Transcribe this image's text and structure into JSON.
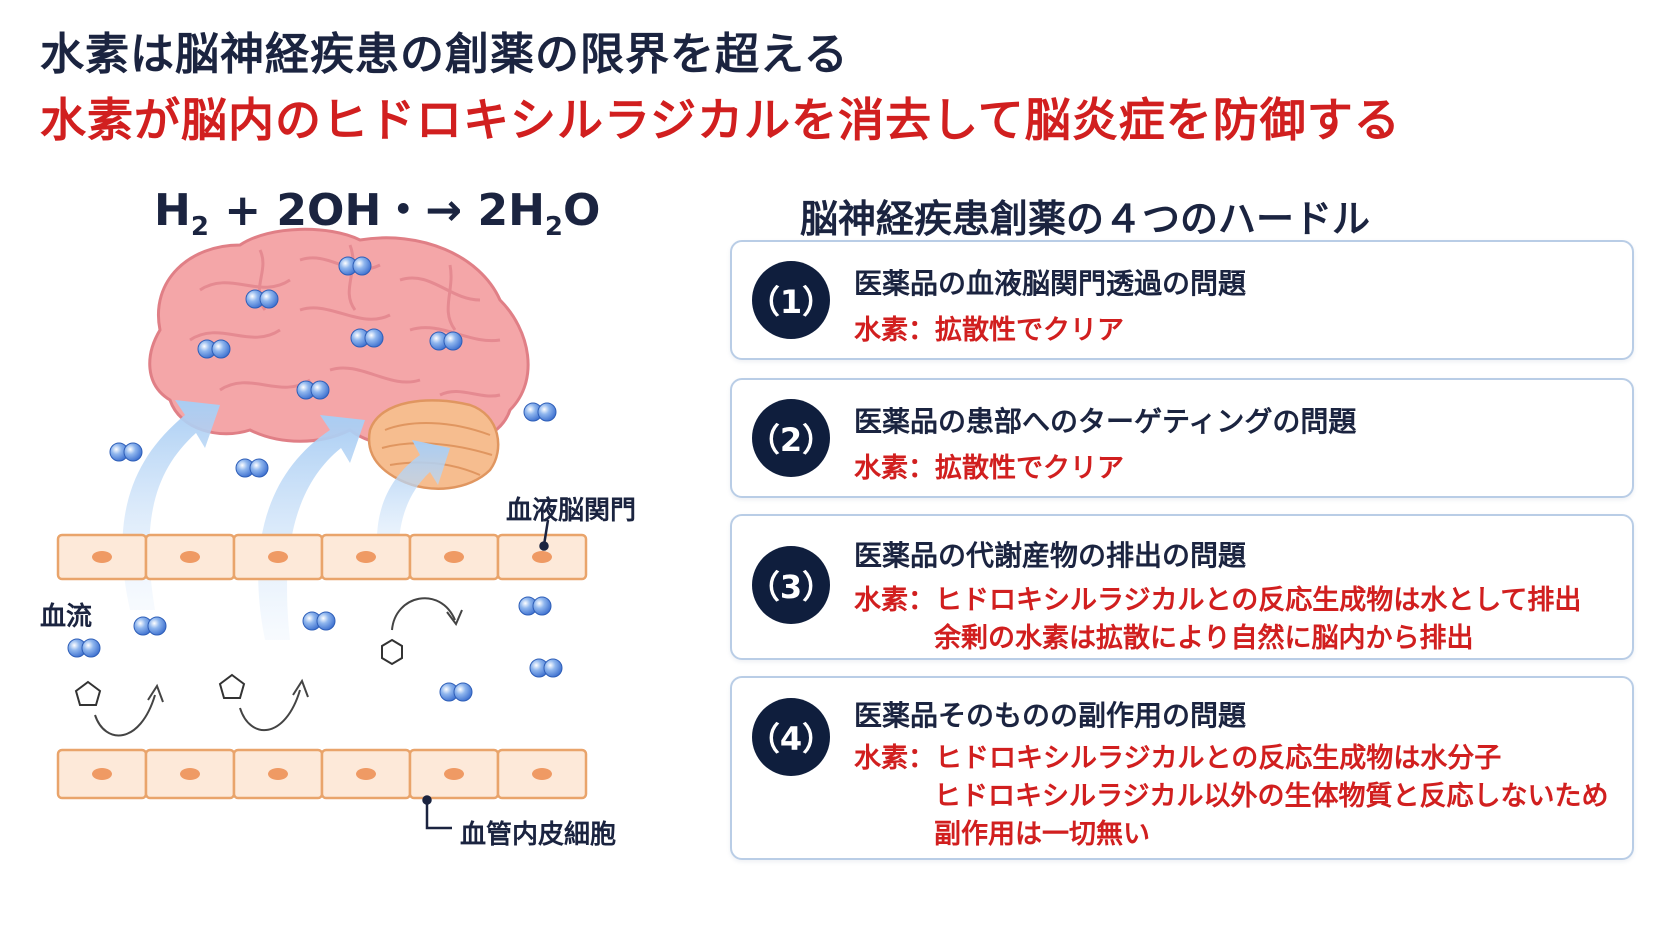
{
  "header": {
    "title": "水素は脳神経疾患の創薬の限界を超える",
    "subtitle": "水素が脳内のヒドロキシルラジカルを消去して脳炎症を防御する"
  },
  "equation": {
    "h": "H",
    "sub1": "2",
    "middle": " + 2OH・→ 2H",
    "sub2": "2",
    "o": "O"
  },
  "diagram": {
    "label_bbb": "血液脳関門",
    "label_blood_flow": "血流",
    "label_endothelial": "血管内皮細胞"
  },
  "hurdles": {
    "title": "脳神経疾患創薬の４つのハードル",
    "items": [
      {
        "num": "（1）",
        "title": "医薬品の血液脳関門透過の問題",
        "lines": [
          "水素：拡散性でクリア"
        ]
      },
      {
        "num": "（2）",
        "title": "医薬品の患部へのターゲティングの問題",
        "lines": [
          "水素：拡散性でクリア"
        ]
      },
      {
        "num": "（3）",
        "title": "医薬品の代謝産物の排出の問題",
        "lines": [
          "水素：ヒドロキシルラジカルとの反応生成物は水として排出",
          "余剰の水素は拡散により自然に脳内から排出"
        ]
      },
      {
        "num": "（4）",
        "title": "医薬品そのものの副作用の問題",
        "lines": [
          "水素：ヒドロキシルラジカルとの反応生成物は水分子",
          "ヒドロキシルラジカル以外の生体物質と反応しないため",
          "副作用は一切無い"
        ]
      }
    ]
  },
  "colors": {
    "navy": "#1b2440",
    "red": "#d11f1f",
    "card_border": "#b9cde6"
  }
}
